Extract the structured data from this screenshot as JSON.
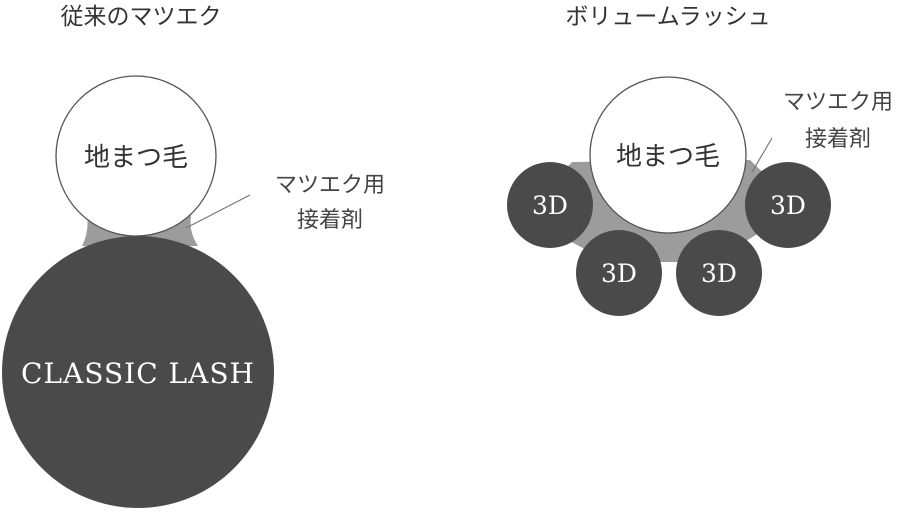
{
  "classic": {
    "heading": "従来のマツエク",
    "natural_lash_label": "地まつ毛",
    "glue_label_line1": "マツエク用",
    "glue_label_line2": "接着剤",
    "extension_label": "CLASSIC LASH"
  },
  "volume": {
    "heading": "ボリュームラッシュ",
    "natural_lash_label": "地まつ毛",
    "glue_label_line1": "マツエク用",
    "glue_label_line2": "接着剤",
    "extension_labels": [
      "3D",
      "3D",
      "3D",
      "3D"
    ]
  },
  "colors": {
    "extension_fill": "#4a4a4a",
    "glue_fill": "#9c9c9c",
    "natural_lash_fill": "#ffffff",
    "natural_lash_stroke": "#555555",
    "leader_line": "#777777"
  }
}
